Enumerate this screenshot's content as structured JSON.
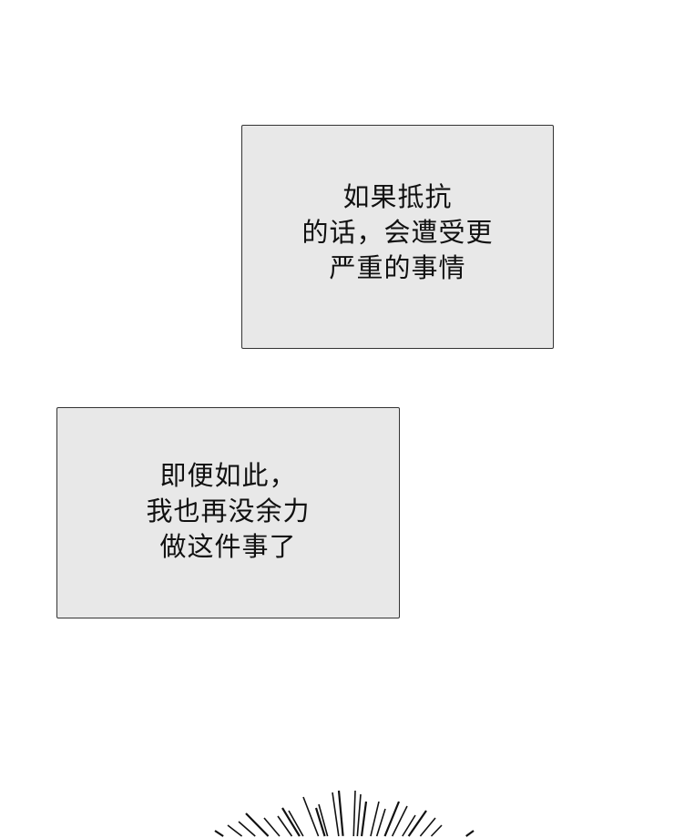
{
  "caption_1": {
    "lines": [
      "如果抵抗",
      "的话，会遭受更",
      "严重的事情"
    ]
  },
  "caption_2": {
    "lines": [
      "即便如此，",
      "我也再没余力",
      "做这件事了"
    ]
  },
  "colors": {
    "caption_fill": "#e8e8e8",
    "caption_border": "#333333",
    "lines": "#111111"
  }
}
